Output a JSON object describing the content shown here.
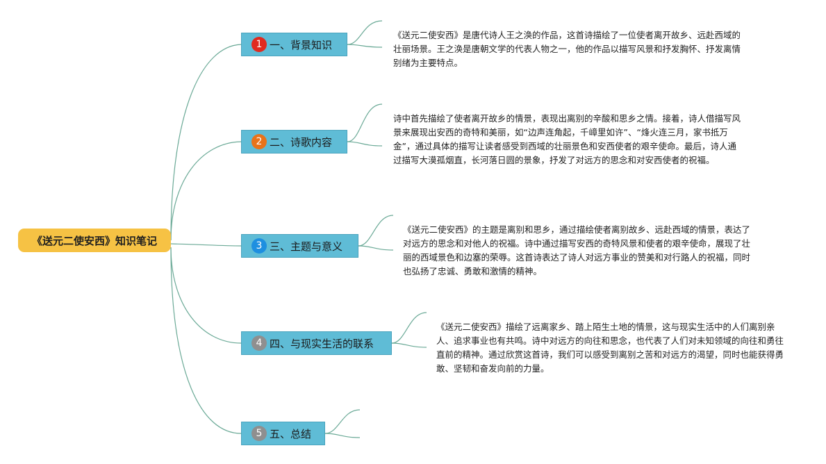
{
  "mindmap": {
    "root_label": "《送元二使安西》知识笔记",
    "colors": {
      "root_fill": "#f6c244",
      "branch_fill": "#5fbcd6",
      "connector": "#6aa996"
    },
    "branches": [
      {
        "number": "1",
        "badge_color": "#e02b20",
        "label": "一、背景知识",
        "note": "《送元二使安西》是唐代诗人王之涣的作品，这首诗描绘了一位使者离开故乡、远赴西域的壮丽场景。王之涣是唐朝文学的代表人物之一，他的作品以描写风景和抒发胸怀、抒发离情别绪为主要特点。"
      },
      {
        "number": "2",
        "badge_color": "#e8731a",
        "label": "二、诗歌内容",
        "note": "诗中首先描绘了使者离开故乡的情景，表现出离别的辛酸和思乡之情。接着，诗人借描写风景来展现出安西的奇特和美丽，如“边声连角起，千嶂里如许”、“烽火连三月，家书抵万金”，通过具体的描写让读者感受到西域的壮丽景色和安西使者的艰辛使命。最后，诗人通过描写大漠孤烟直，长河落日圆的景象，抒发了对远方的思念和对安西使者的祝福。"
      },
      {
        "number": "3",
        "badge_color": "#1e8fe0",
        "label": "三、主题与意义",
        "note": "《送元二使安西》的主题是离别和思乡，通过描绘使者离别故乡、远赴西域的情景，表达了对远方的思念和对他人的祝福。诗中通过描写安西的奇特风景和使者的艰辛使命，展现了壮丽的西域景色和边塞的荣辱。这首诗表达了诗人对远方事业的赞美和对行路人的祝福，同时也弘扬了忠诚、勇敢和激情的精神。"
      },
      {
        "number": "4",
        "badge_color": "#8f8f8f",
        "label": "四、与现实生活的联系",
        "note": "《送元二使安西》描绘了远离家乡、踏上陌生土地的情景，这与现实生活中的人们离别亲人、追求事业也有共鸣。诗中对远方的向往和思念，也代表了人们对未知领域的向往和勇往直前的精神。通过欣赏这首诗，我们可以感受到离别之苦和对远方的渴望，同时也能获得勇敢、坚韧和奋发向前的力量。"
      },
      {
        "number": "5",
        "badge_color": "#8f8f8f",
        "label": "五、总结",
        "note": ""
      }
    ]
  }
}
